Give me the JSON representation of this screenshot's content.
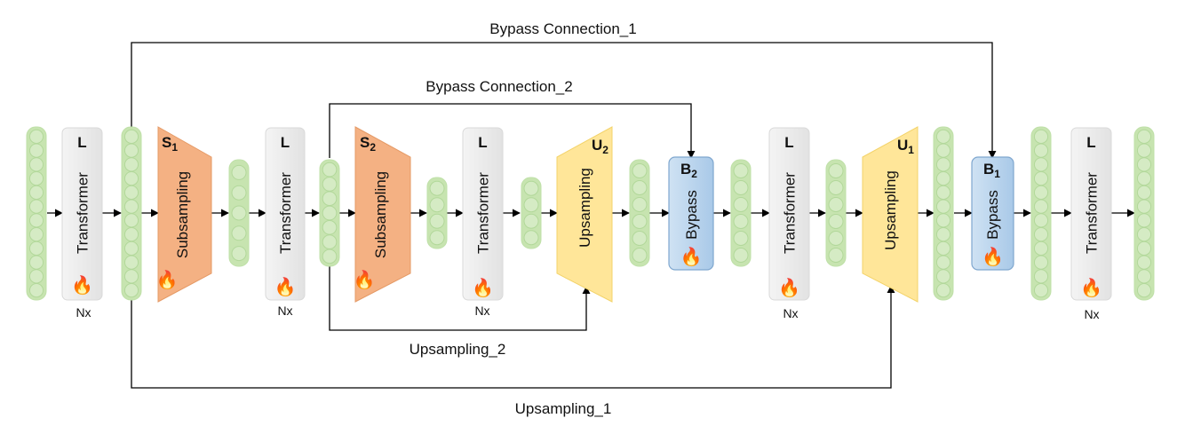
{
  "connections": {
    "bypass_1": "Bypass Connection_1",
    "bypass_2": "Bypass Connection_2",
    "upsampling_1": "Upsampling_1",
    "upsampling_2": "Upsampling_2"
  },
  "transformers": [
    {
      "badge": "L",
      "label": "Transformer",
      "repeat": "Nx"
    },
    {
      "badge": "L",
      "label": "Transformer",
      "repeat": "Nx"
    },
    {
      "badge": "L",
      "label": "Transformer",
      "repeat": "Nx"
    },
    {
      "badge": "L",
      "label": "Transformer",
      "repeat": "Nx"
    },
    {
      "badge": "L",
      "label": "Transformer",
      "repeat": "Nx"
    }
  ],
  "subsamplers": [
    {
      "badge": "S",
      "sub": "1",
      "label": "Subsampling"
    },
    {
      "badge": "S",
      "sub": "2",
      "label": "Subsampling"
    }
  ],
  "upsamplers": [
    {
      "badge": "U",
      "sub": "2",
      "label": "Upsampling"
    },
    {
      "badge": "U",
      "sub": "1",
      "label": "Upsampling"
    }
  ],
  "bypasses": [
    {
      "badge": "B",
      "sub": "2",
      "label": "Bypass"
    },
    {
      "badge": "B",
      "sub": "1",
      "label": "Bypass"
    }
  ],
  "icons": {
    "trainable": "fire-icon"
  },
  "colors": {
    "sequence_fill": "#d5ebc4",
    "sequence_stroke": "#bfe0a8",
    "transformer_fill": "#efefef",
    "subsampling_fill": "#f4b183",
    "subsampling_badge": "#c55a11",
    "upsampling_fill": "#ffe699",
    "upsampling_badge": "#d6a800",
    "bypass_fill": "#bdd7ee",
    "bypass_badge": "#2e75b6",
    "arrow": "#000000"
  }
}
